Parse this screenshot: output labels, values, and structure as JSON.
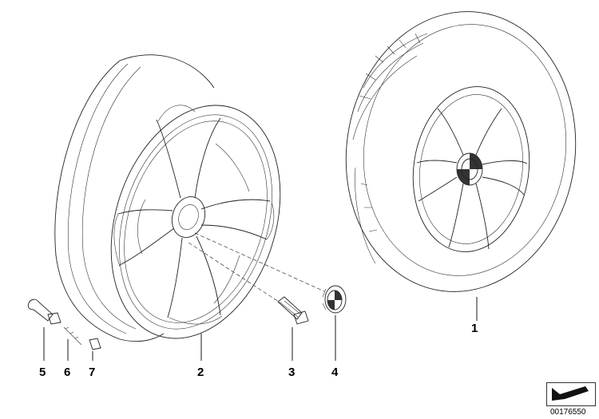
{
  "diagram": {
    "callouts": {
      "rim": "1",
      "wheel": "2",
      "bolt": "3",
      "hub_cap": "4",
      "valve": "5",
      "valve_insert": "6",
      "valve_cap": "7"
    },
    "catalog_number": "00176550",
    "icon_name": "navigation-arrow-icon",
    "line_color": "#222222",
    "background": "#ffffff"
  }
}
